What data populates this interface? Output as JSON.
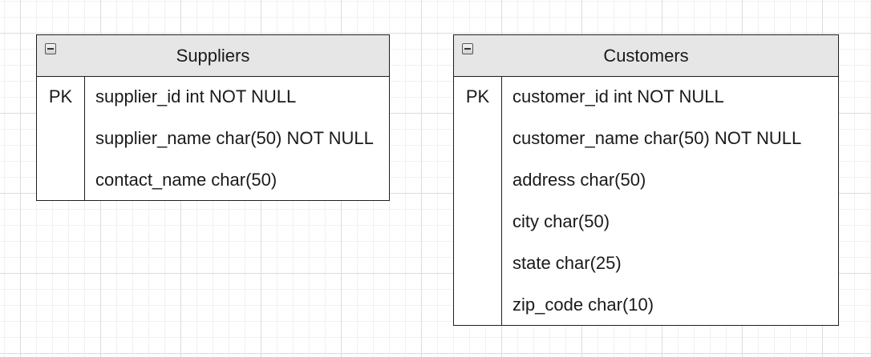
{
  "entities": {
    "suppliers": {
      "title": "Suppliers",
      "pk_label": "PK",
      "fields": [
        "supplier_id int NOT NULL",
        "supplier_name char(50) NOT NULL",
        "contact_name char(50)"
      ]
    },
    "customers": {
      "title": "Customers",
      "pk_label": "PK",
      "fields": [
        "customer_id int NOT NULL",
        "customer_name char(50) NOT NULL",
        "address char(50)",
        "city char(50)",
        "state char(25)",
        "zip_code char(10)"
      ]
    }
  },
  "colors": {
    "header_background": "#e6e6e6",
    "border": "#1f1f1f",
    "grid_line": "#dcdcdc"
  }
}
